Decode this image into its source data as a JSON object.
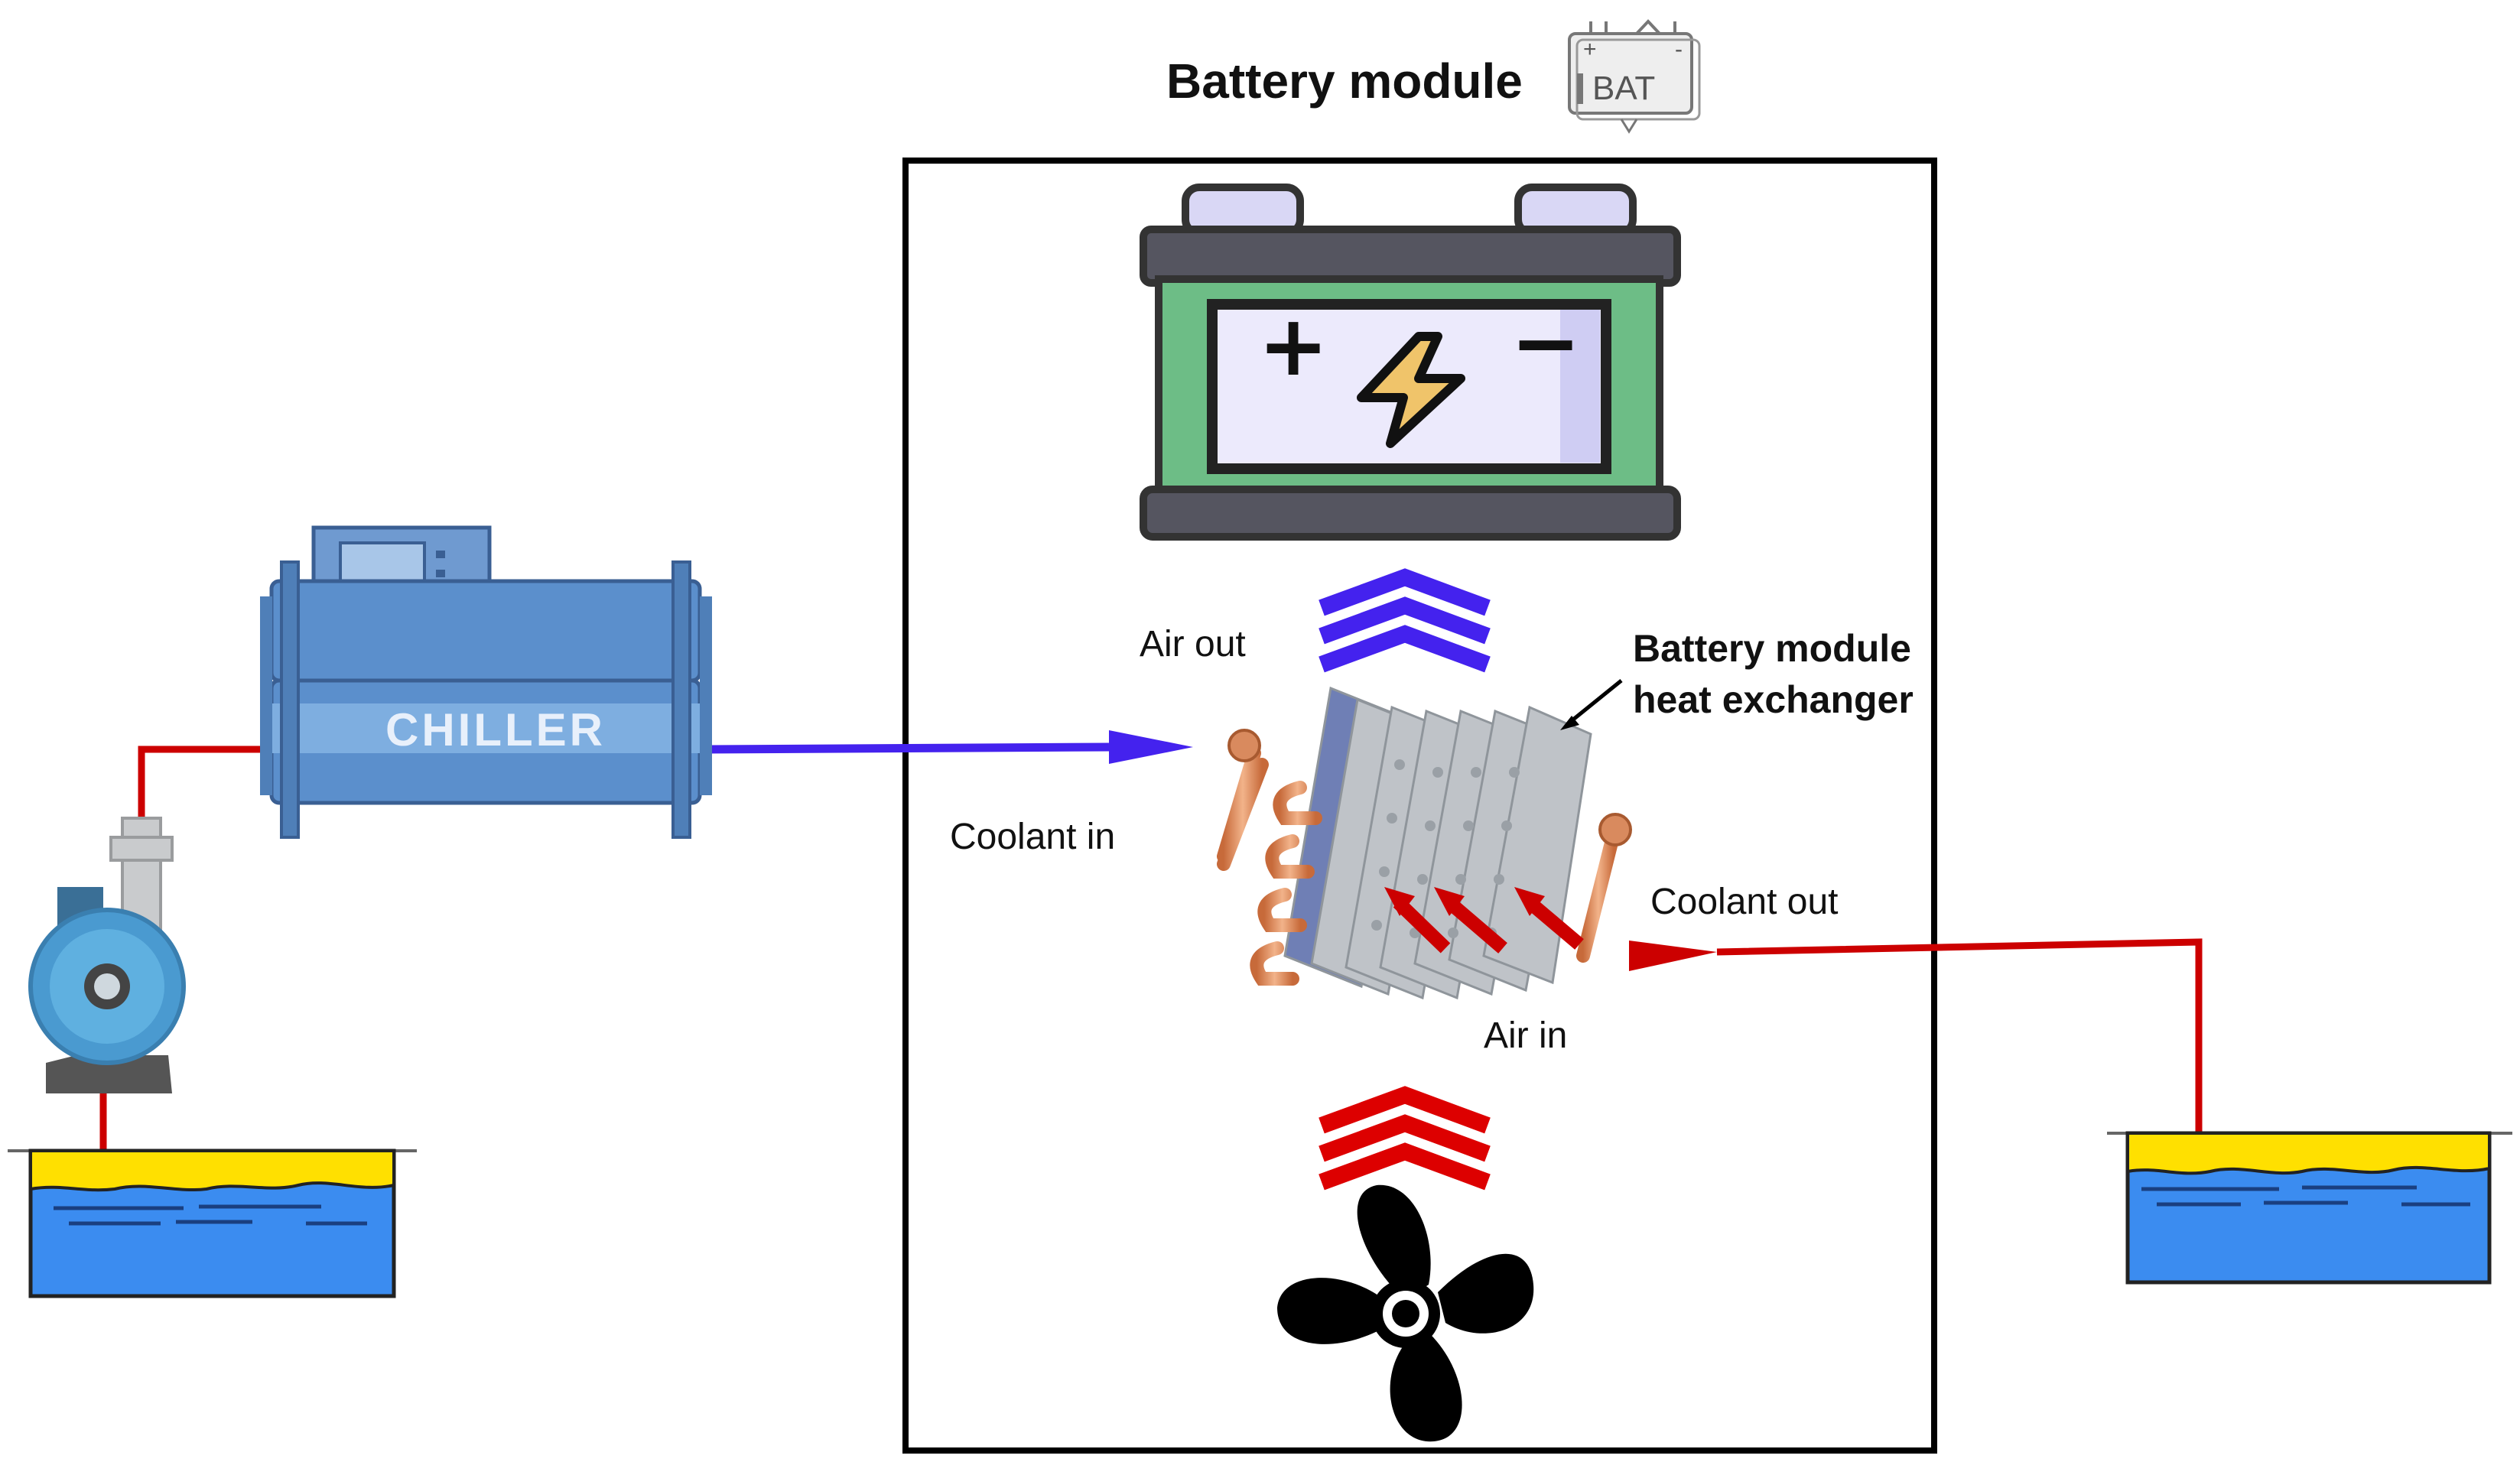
{
  "title": "Battery module",
  "bat_icon_text": "BAT",
  "chiller_label": "CHILLER",
  "labels": {
    "air_out": "Air out",
    "air_in": "Air in",
    "coolant_in": "Coolant in",
    "coolant_out": "Coolant out",
    "hx_line1": "Battery module",
    "hx_line2": "heat exchanger"
  },
  "battery_symbols": {
    "plus": "+",
    "minus": "−"
  },
  "colors": {
    "cold_flow": "#4422ee",
    "hot_flow": "#cc0000",
    "chiller_body": "#5b8fcc",
    "battery_case": "#6dbd86",
    "tank_water": "#3b8cf0",
    "tank_top": "#ffe000"
  }
}
